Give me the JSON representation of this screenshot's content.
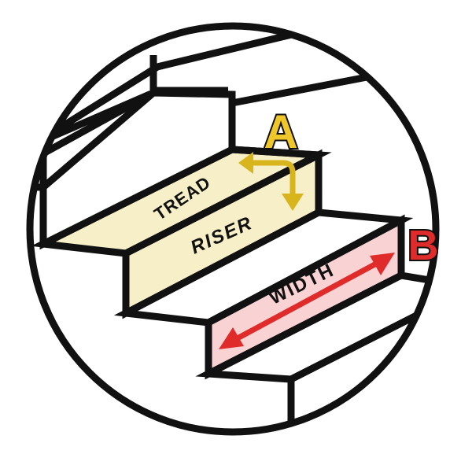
{
  "labels": {
    "tread": "TREAD",
    "riser": "RISER",
    "width": "WIDTH",
    "a": "A",
    "b": "B"
  },
  "colors": {
    "outline": "#111111",
    "tread_riser_fill": "#f6efc8",
    "width_fill": "#f9d3d3",
    "arrow_a": "#d8b51c",
    "arrow_b": "#e02b2b",
    "letter_a_fill": "#f0c72a",
    "letter_b_fill": "#e02b2b"
  }
}
